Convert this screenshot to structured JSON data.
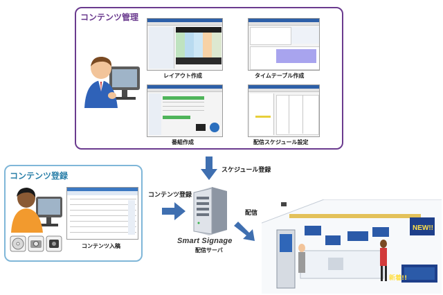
{
  "mgmt": {
    "title": "コンテンツ管理",
    "captions": {
      "layout": "レイアウト作成",
      "timetable": "タイムテーブル作成",
      "program": "番組作成",
      "schedule": "配信スケジュール設定"
    }
  },
  "reg": {
    "title": "コンテンツ登録",
    "caption": "コンテンツ入稿"
  },
  "flow": {
    "schedule_label": "スケジュール登録",
    "content_label": "コンテンツ登録",
    "delivery_label": "配信"
  },
  "server": {
    "brand": "Smart Signage",
    "caption": "配信サーバ"
  },
  "store": {
    "sign_text": "NEW!!",
    "banner_text": "新着!!"
  },
  "colors": {
    "mgmt_border": "#6a3a8e",
    "reg_border": "#7fb6d8",
    "arrow": "#3f6fb0"
  }
}
